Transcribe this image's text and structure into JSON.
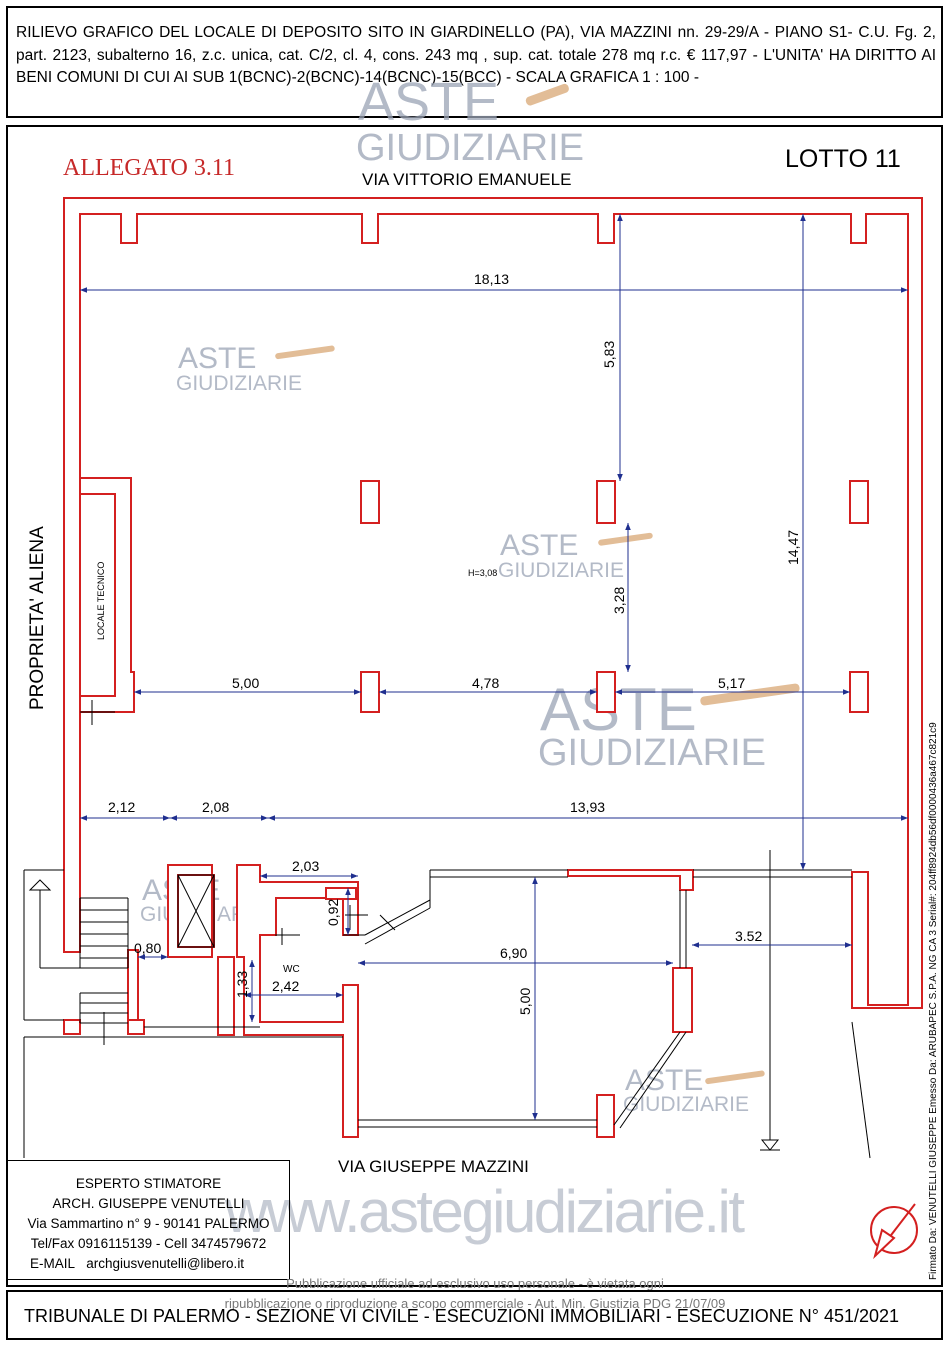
{
  "header": {
    "description": "RILIEVO  GRAFICO DEL LOCALE  DI DEPOSITO SITO  IN GIARDINELLO (PA), VIA MAZZINI nn. 29-29/A - PIANO S1- C.U. Fg. 2, part. 2123, subalterno 16, z.c. unica, cat. C/2, cl. 4, cons. 243 mq , sup. cat. totale 278 mq r.c. € 117,97 -  L'UNITA' HA DIRITTO AI BENI COMUNI DI CUI AI SUB 1(BCNC)-2(BCNC)-14(BCNC)-15(BCC)  -  SCALA GRAFICA 1 : 100  -"
  },
  "plan": {
    "allegato": "ALLEGATO 3.11",
    "lotto": "LOTTO 11",
    "street_top": "VIA VITTORIO EMANUELE",
    "street_bottom": "VIA GIUSEPPE MAZZINI",
    "neighbor": "PROPRIETA' ALIENA",
    "room_tech": "LOCALE TECNICO",
    "room_wc": "WC",
    "height_label": "H=3,08",
    "dimensions": {
      "d_18_13": "18,13",
      "d_5_83": "5,83",
      "d_14_47": "14,47",
      "d_3_28": "3,28",
      "d_5_00_a": "5,00",
      "d_4_78": "4,78",
      "d_5_17": "5,17",
      "d_2_12": "2,12",
      "d_2_08": "2,08",
      "d_13_93": "13,93",
      "d_2_03": "2,03",
      "d_0_92": "0,92",
      "d_0_80": "0,80",
      "d_1_33": "1,33",
      "d_2_42": "2,42",
      "d_6_90": "6,90",
      "d_5_00_b": "5,00",
      "d_3_52": "3.52"
    }
  },
  "watermark": {
    "brand_top": "ASTE",
    "brand_bottom": "GIUDIZIARIE",
    "site": "www.astegiudiziarie.it"
  },
  "expert": {
    "title": "ESPERTO STIMATORE",
    "name": "ARCH. GIUSEPPE VENUTELLI",
    "address": "Via Sammartino n° 9 - 90141 PALERMO",
    "phone": "Tel/Fax 0916115139 - Cell 3474579672",
    "email_label": "E-MAIL",
    "email": "archgiusvenutelli@libero.it"
  },
  "notice": {
    "line1": "Pubblicazione ufficiale ad esclusivo uso personale - è vietata ogni",
    "line2": "ripubblicazione o riproduzione a scopo commerciale - Aut. Min. Giustizia PDG 21/07/09"
  },
  "signature": "Firmato Da: VENUTELLI GIUSEPPE Emesso Da: ARUBAPEC S.P.A. NG CA 3 Serial#: 204ff8924db56df0000436a467c821c9",
  "footer": {
    "text": "TRIBUNALE DI PALERMO - SEZIONE VI CIVILE - ESECUZIONI IMMOBILIARI - ESECUZIONE N° 451/2021"
  },
  "colors": {
    "wall": "#d42020",
    "dimension": "#1f2f8f",
    "watermark": "#9aa3b5",
    "watermark_gavel": "#d9a774",
    "allegato": "#c62828"
  }
}
